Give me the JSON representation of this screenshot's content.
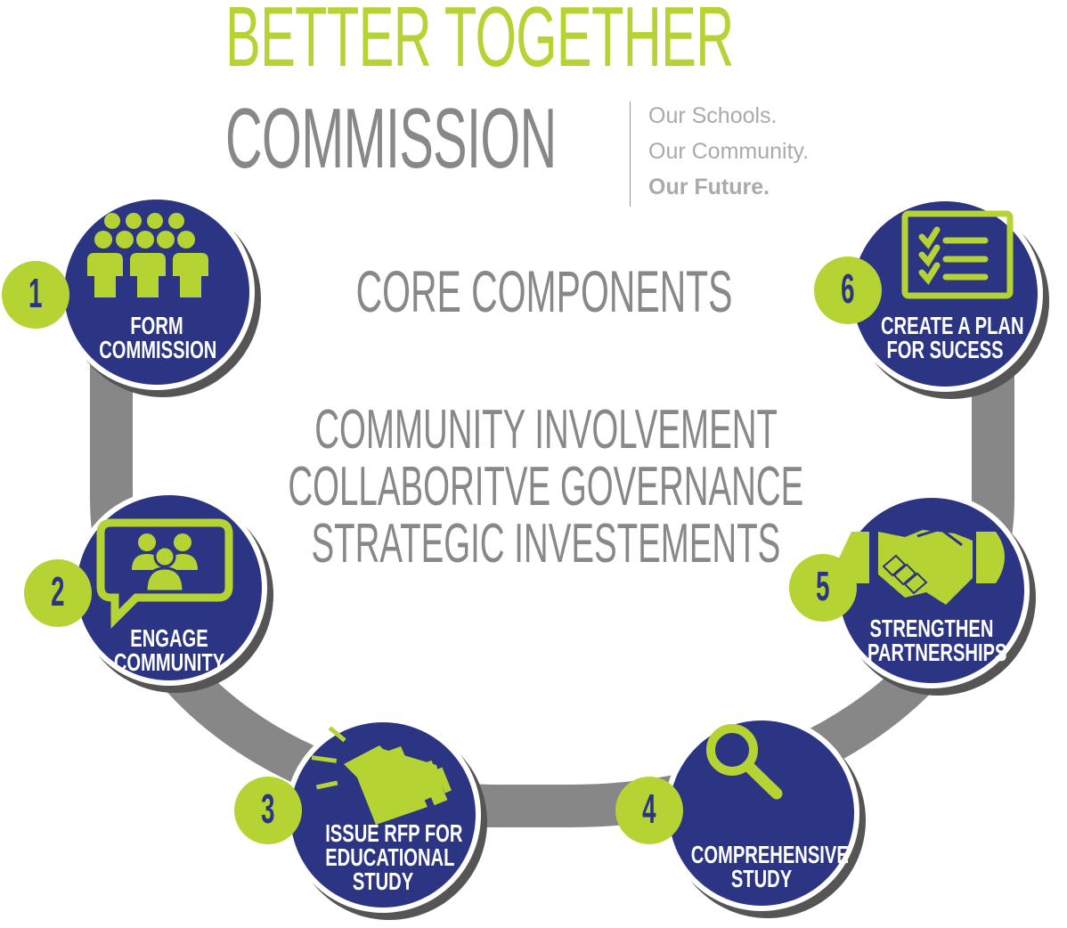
{
  "header": {
    "title_line1": "BETTER TOGETHER",
    "title_line2": "COMMISSION",
    "tagline": [
      "Our Schools.",
      "Our Community.",
      "Our Future."
    ]
  },
  "center": {
    "heading": "CORE COMPONENTS",
    "pillars": [
      "COMMUNITY INVOLVEMENT",
      "COLLABORITVE GOVERNANCE",
      "STRATEGIC INVESTEMENTS"
    ]
  },
  "steps": [
    {
      "number": "1",
      "label_lines": [
        "FORM",
        "COMMISSION"
      ],
      "icon": "group-people-icon"
    },
    {
      "number": "2",
      "label_lines": [
        "ENGAGE",
        "COMMUNITY"
      ],
      "icon": "chat-bubble-people-icon"
    },
    {
      "number": "3",
      "label_lines": [
        "ISSUE RFP FOR",
        "EDUCATIONAL",
        "STUDY"
      ],
      "icon": "megaphone-icon"
    },
    {
      "number": "4",
      "label_lines": [
        "COMPREHENSIVE",
        "STUDY"
      ],
      "icon": "magnifying-glass-icon"
    },
    {
      "number": "5",
      "label_lines": [
        "STRENGTHEN",
        "PARTNERSHIPS"
      ],
      "icon": "handshake-icon"
    },
    {
      "number": "6",
      "label_lines": [
        "CREATE A PLAN",
        "FOR SUCESS"
      ],
      "icon": "checklist-icon"
    }
  ],
  "colors": {
    "lime": "#b6d334",
    "navy": "#2b3584",
    "gray_text": "#878888",
    "light_gray_text": "#a9aaaa",
    "arc_gray": "#878787",
    "shadow": "#555555"
  }
}
